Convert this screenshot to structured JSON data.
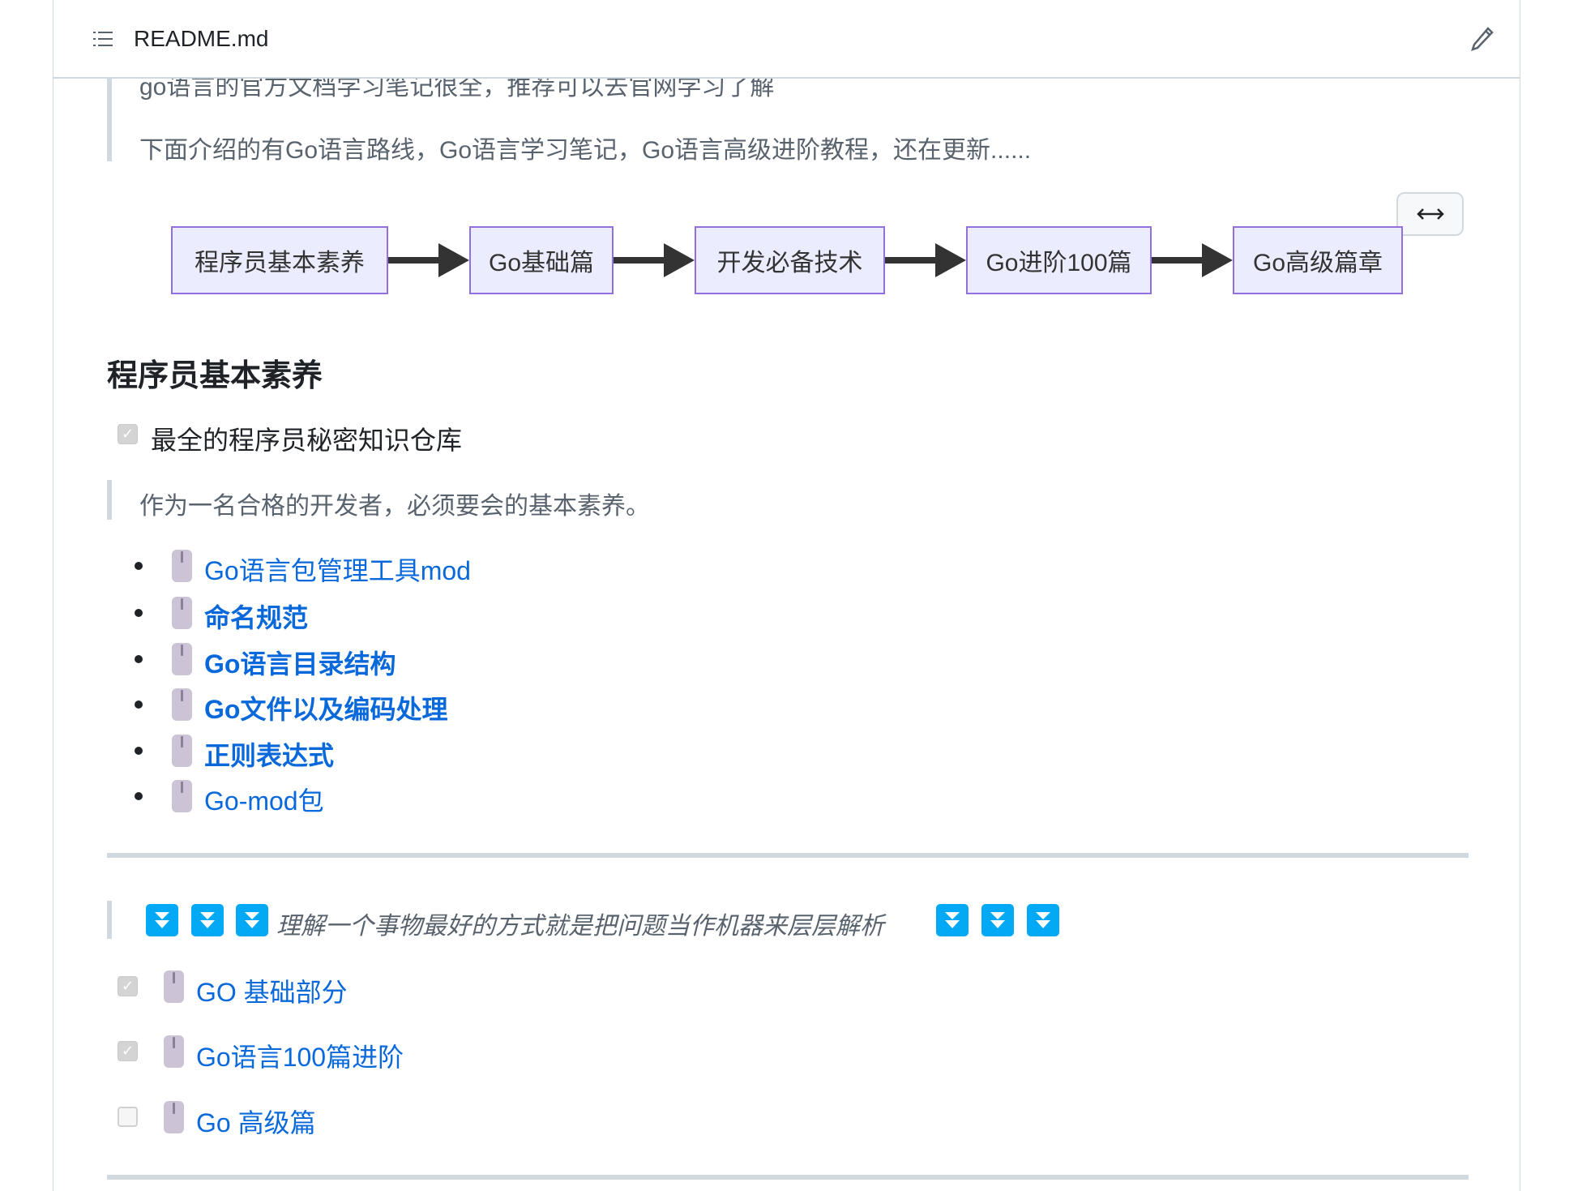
{
  "header": {
    "title": "README.md",
    "toc_icon": "list-icon",
    "edit_icon": "pencil-icon"
  },
  "intro": {
    "partial_line": "go语言的官方文档学习笔记很全，推荐可以去官网学习了解",
    "line": "下面介绍的有Go语言路线，Go语言学习笔记，Go语言高级进阶教程，还在更新......"
  },
  "flow": {
    "expand_icon": "left-right-arrow-icon",
    "nodes": [
      "程序员基本素养",
      "Go基础篇",
      "开发必备技术",
      "Go进阶100篇",
      "Go高级篇章"
    ],
    "colors": {
      "fill": "#ECECFF",
      "border": "#9370DB",
      "arrow": "#333333"
    }
  },
  "section": {
    "heading": "程序员基本素养",
    "task": {
      "label": "最全的程序员秘密知识仓库",
      "checked": true
    },
    "quote": "作为一名合格的开发者，必须要会的基本素养。",
    "links": [
      "Go语言包管理工具mod",
      "命名规范",
      "Go语言目录结构",
      "Go文件以及编码处理",
      "正则表达式",
      "Go-mod包"
    ]
  },
  "banner": {
    "text": "理解一个事物最好的方式就是把问题当作机器来层层解析",
    "icon": "double-down-arrow-icon",
    "icon_color": "#03A9F4"
  },
  "tasks": [
    {
      "label": "GO 基础部分",
      "checked": true
    },
    {
      "label": "Go语言100篇进阶",
      "checked": true
    },
    {
      "label": "Go 高级篇",
      "checked": false
    }
  ],
  "link_color": "#0969DA"
}
